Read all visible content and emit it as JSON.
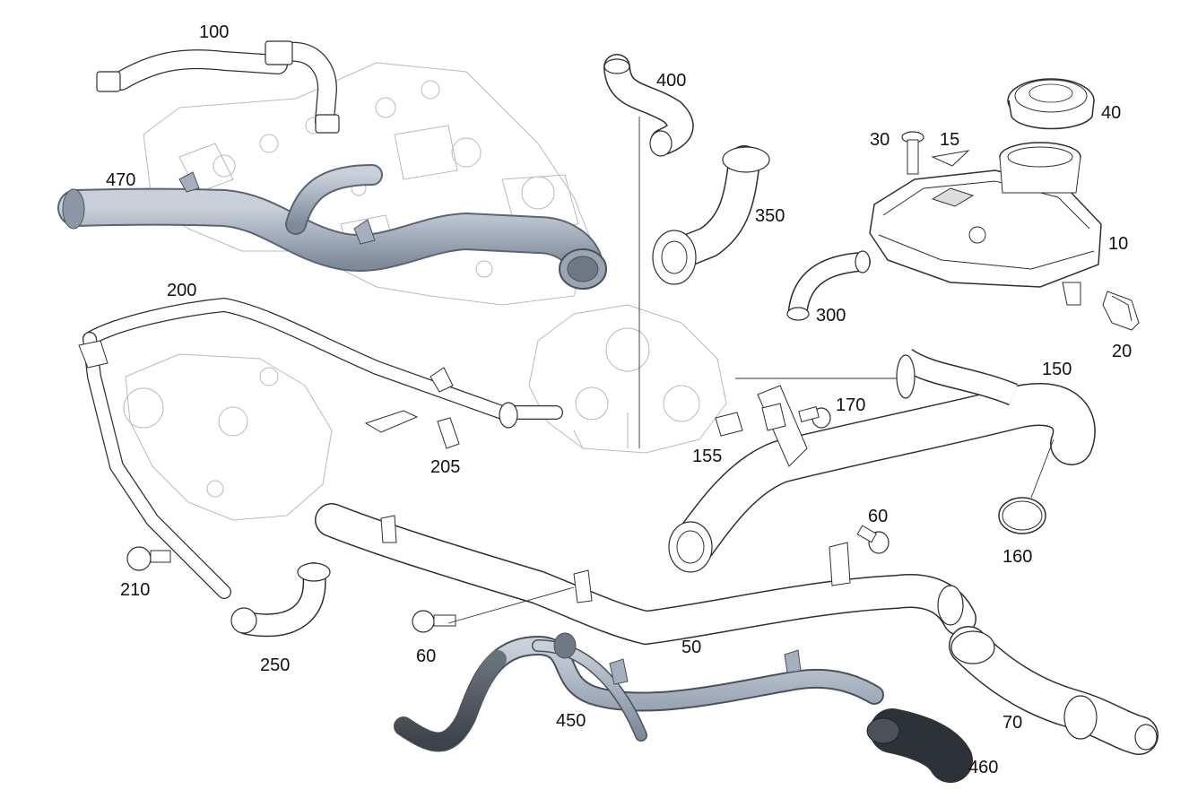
{
  "callouts": {
    "c100": "100",
    "c400": "400",
    "c40": "40",
    "c30": "30",
    "c15": "15",
    "c470": "470",
    "c350": "350",
    "c10": "10",
    "c200": "200",
    "c300": "300",
    "c20": "20",
    "c150": "150",
    "c170": "170",
    "c155": "155",
    "c205": "205",
    "c160": "160",
    "c60a": "60",
    "c210": "210",
    "c250": "250",
    "c60b": "60",
    "c50": "50",
    "c450": "450",
    "c70": "70",
    "c460": "460"
  },
  "colors": {
    "highlight_part": "#a9b2bf",
    "highlight_dark": "#4a5158",
    "line": "#2f2f2f",
    "ghost_line": "#b9b9b9"
  }
}
